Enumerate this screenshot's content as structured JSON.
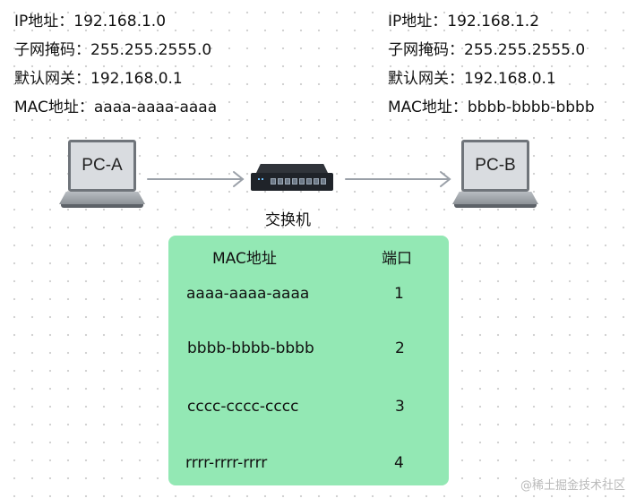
{
  "host_a": {
    "ip": "IP地址：192.168.1.0",
    "mask": "子网掩码：255.255.2555.0",
    "gateway": "默认网关：192.168.0.1",
    "mac": "MAC地址：aaaa-aaaa-aaaa",
    "label": "PC-A"
  },
  "host_b": {
    "ip": "IP地址：192.168.1.2",
    "mask": "子网掩码：255.255.2555.0",
    "gateway": "默认网关：192.168.0.1",
    "mac": "MAC地址：bbbb-bbbb-bbbb",
    "label": "PC-B"
  },
  "switch": {
    "label": "交换机"
  },
  "mac_table": {
    "header_mac": "MAC地址",
    "header_port": "端口",
    "rows": [
      {
        "mac": "aaaa-aaaa-aaaa",
        "port": "1"
      },
      {
        "mac": "bbbb-bbbb-bbbb",
        "port": "2"
      },
      {
        "mac": "cccc-cccc-cccc",
        "port": "3"
      },
      {
        "mac": "rrrr-rrrr-rrrr",
        "port": "4"
      }
    ]
  },
  "watermark": "@稀土掘金技术社区",
  "colors": {
    "table_bg": "#93e8b4",
    "arrow": "#9aa0a8"
  }
}
